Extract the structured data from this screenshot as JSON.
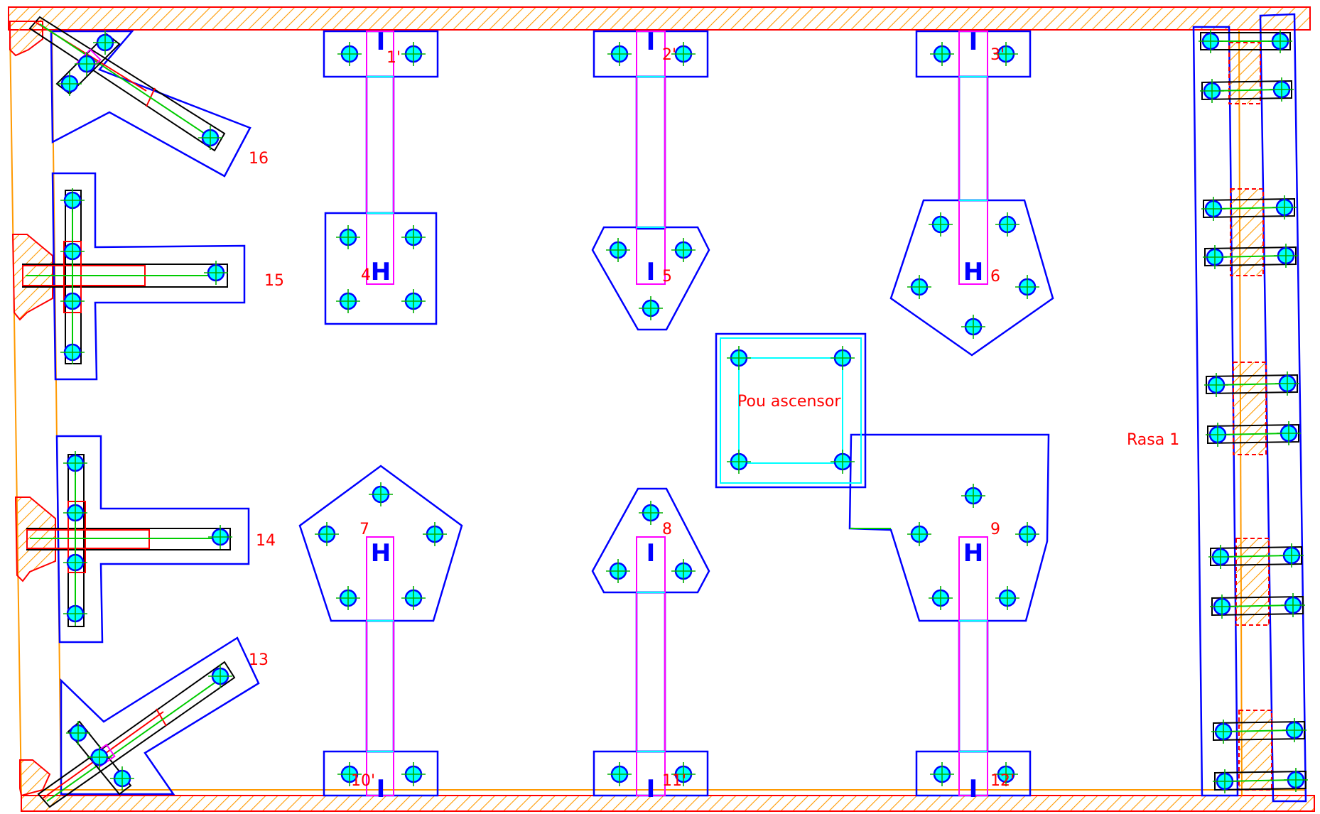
{
  "colors": {
    "plate": "#0000ff",
    "bolt_ring": "#0000ff",
    "bolt_fill": "#00ffff",
    "bolt_cross": "#00b000",
    "column_outline": "#ff00ff",
    "beam_edge": "#00ffff",
    "label": "#ff0000",
    "hatch": "#ff9900",
    "frame": "#ff9900",
    "strut": "#ff0000",
    "bar": "#00cc00",
    "outline_black": "#000000"
  },
  "labels": {
    "n1": "1'",
    "n2": "2'",
    "n3": "3'",
    "n4": "4",
    "n5": "5",
    "n6": "6",
    "n7": "7",
    "n8": "8",
    "n9": "9",
    "n10": "10'",
    "n11": "11'",
    "n12": "12'",
    "n13": "13",
    "n14": "14",
    "n15": "15",
    "n16": "16",
    "elevator": "Pou ascensor",
    "rasa": "Rasa 1"
  },
  "profiles": {
    "i_symbol": "I",
    "h_symbol": "H"
  },
  "icons": {
    "bolt": "bolt-circle-icon",
    "column": "steel-profile-icon"
  }
}
